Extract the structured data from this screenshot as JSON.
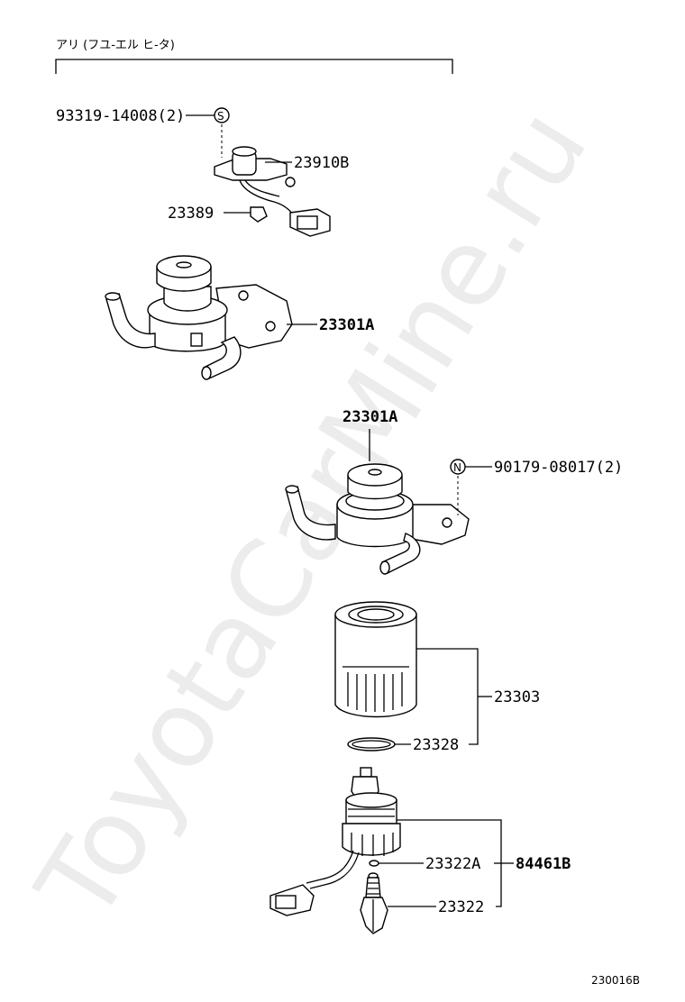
{
  "header": {
    "title": "アリ (フユ-エル ヒ-タ)"
  },
  "watermark": "ToyotaCarMine.ru",
  "diagram_id": "230016B",
  "labels": {
    "bolt": "93319-14008(2)",
    "bolt_symbol": "S",
    "heater": "23910B",
    "clamp": "23389",
    "pump_upper": "23301A",
    "pump_lower": "23301A",
    "nut": "90179-08017(2)",
    "nut_symbol": "N",
    "filter": "23303",
    "oring": "23328",
    "oring_small": "23322A",
    "sensor_kit": "84461B",
    "sensor": "23322"
  }
}
